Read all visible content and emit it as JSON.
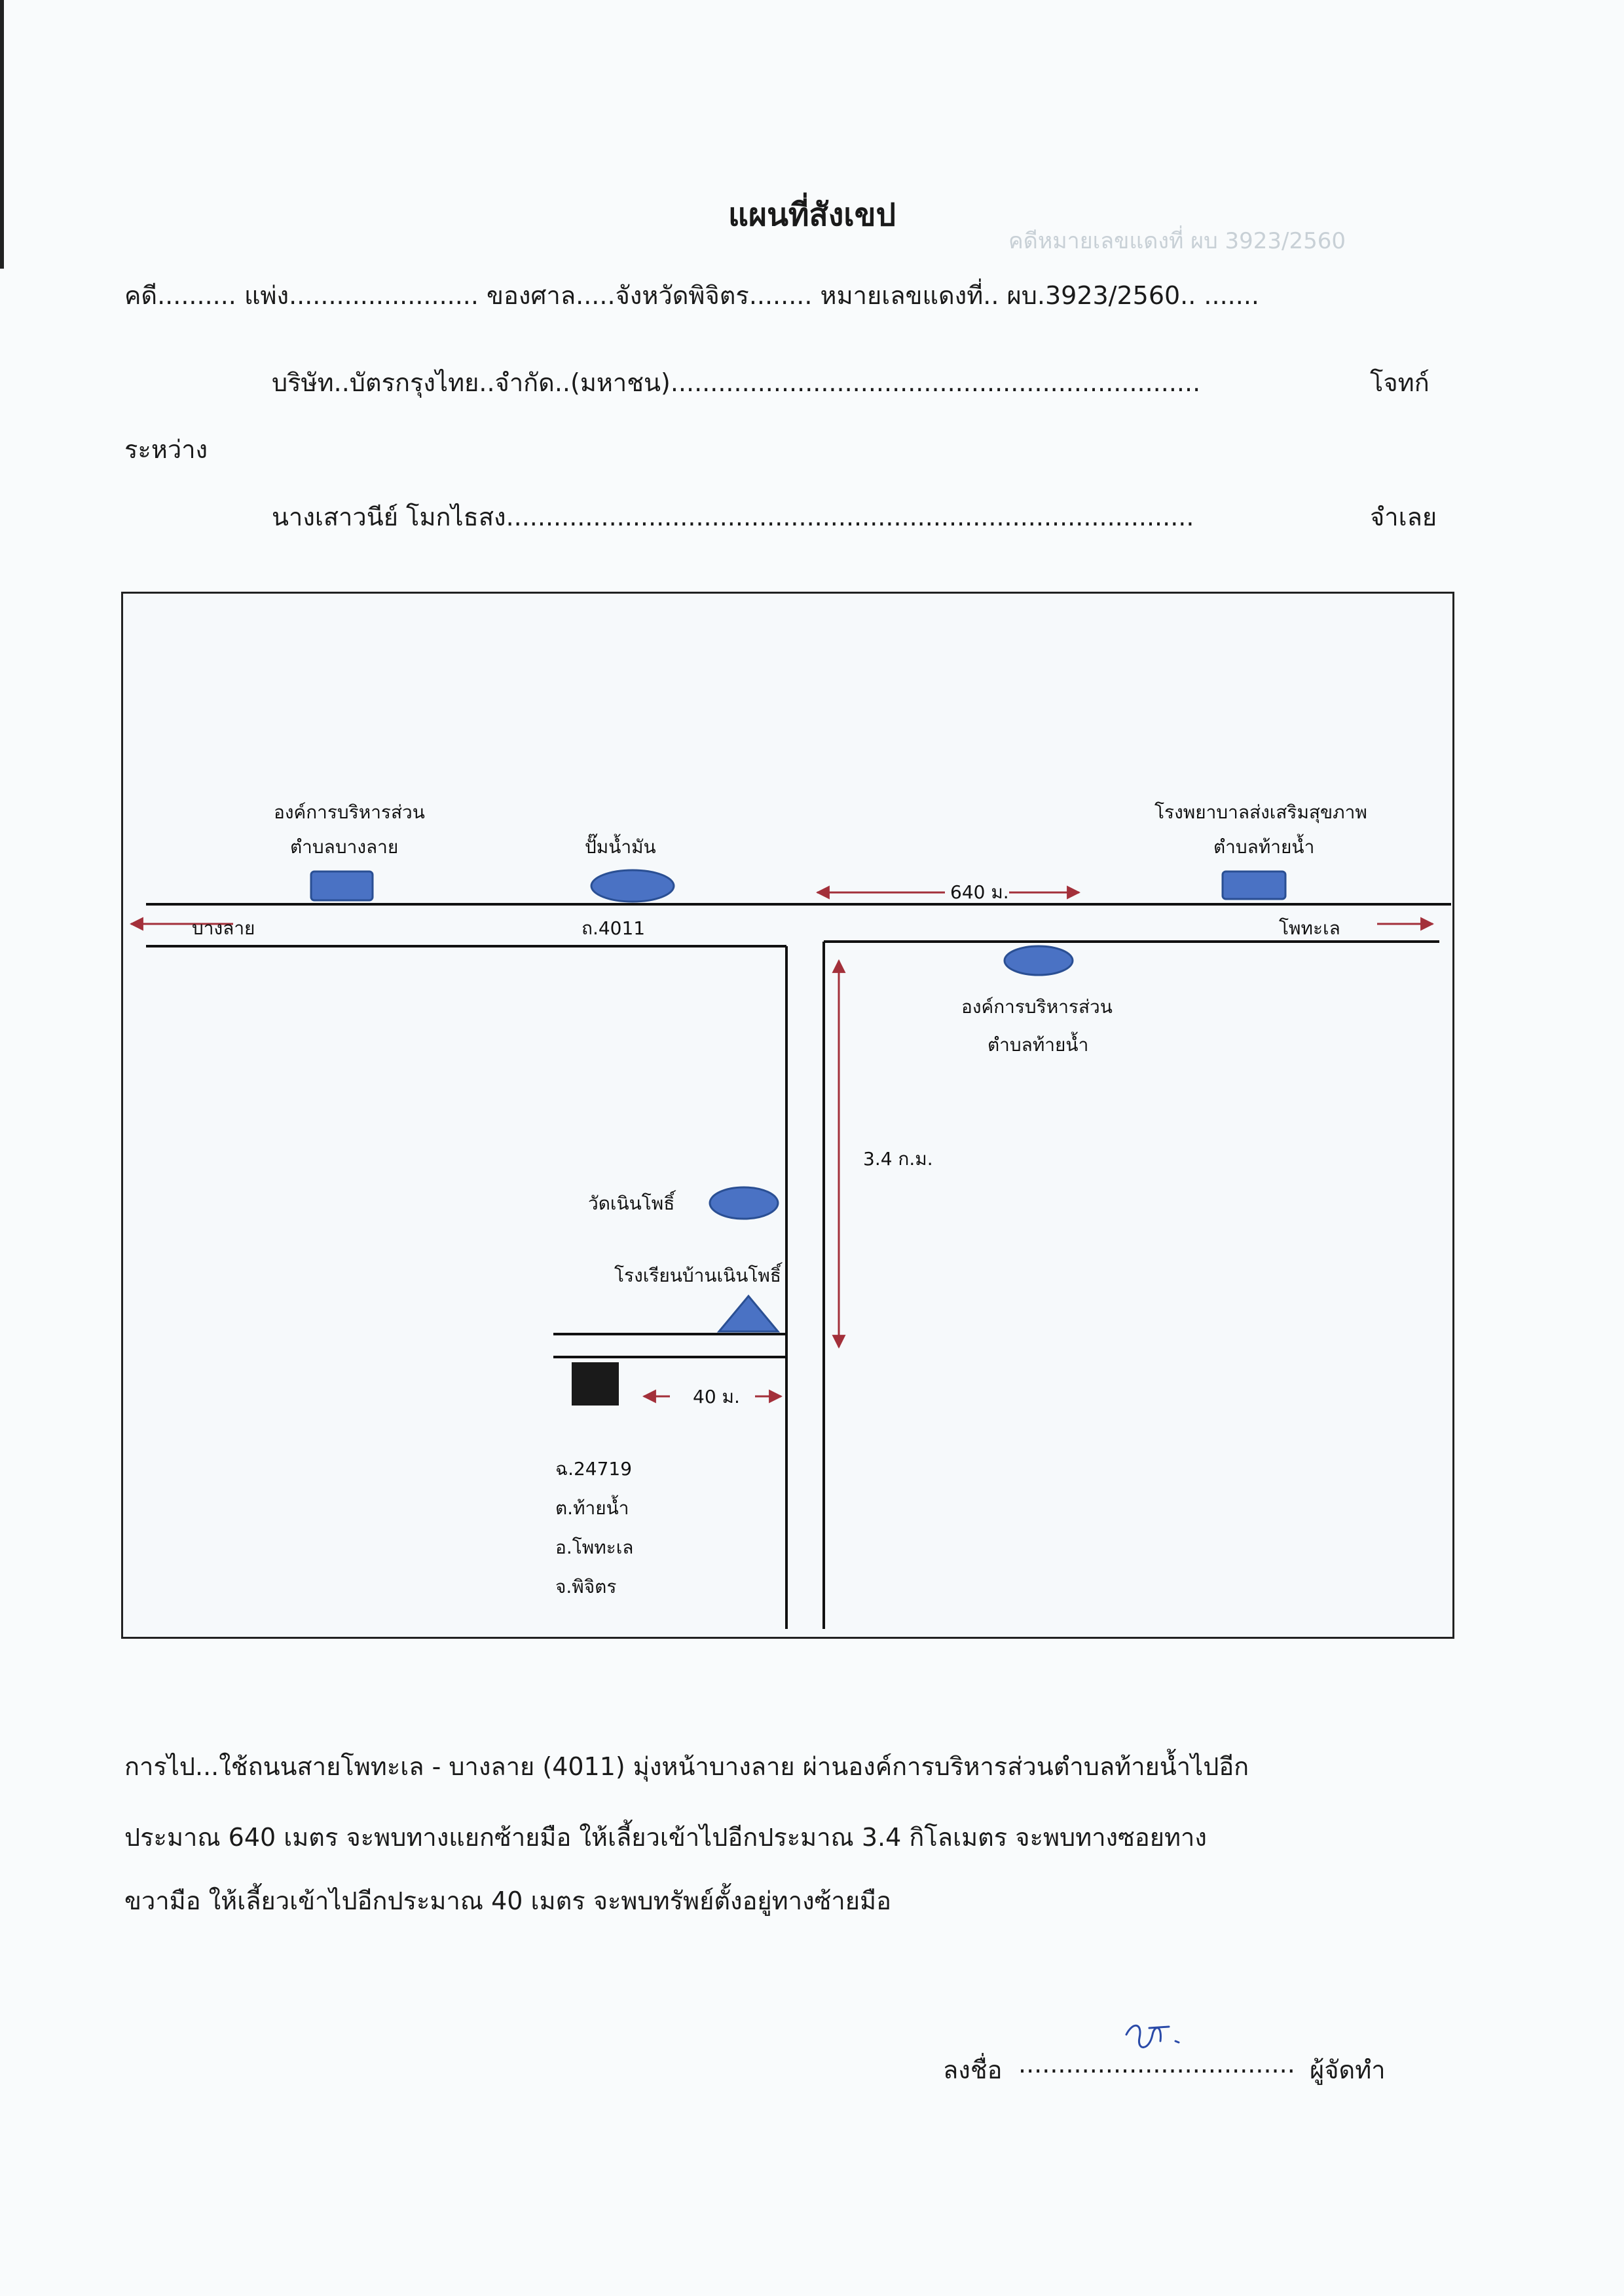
{
  "header": {
    "title": "แผนที่สังเขป",
    "case_line": "คดี.......... แพ่ง........................ ของศาล.....จังหวัดพิจิตร........ หมายเลขแดงที่.. ผบ.3923/2560.. .......",
    "plaintiff_line": "บริษัท..บัตรกรุงไทย..จำกัด..(มหาชน)...................................................................",
    "plaintiff_role": "โจทก์",
    "between": "ระหว่าง",
    "defendant_line": "นางเสาวนีย์ โมกไธสง.......................................................................................",
    "defendant_role": "จำเลย",
    "faded_stamp_text": "คดีหมายเลขแดงที่ ผบ 3923/2560"
  },
  "map": {
    "label_obt_banglai_1": "องค์การบริหารส่วน",
    "label_obt_banglai_2": "ตำบลบางลาย",
    "label_gas_station": "ปั๊มน้ำมัน",
    "label_hospital_1": "โรงพยาบาลส่งเสริมสุขภาพ",
    "label_hospital_2": "ตำบลท้ายน้ำ",
    "dist_640": "640 ม.",
    "label_banglai": "บางลาย",
    "label_road": "ถ.4011",
    "label_photale": "โพทะเล",
    "label_obt_thainam_1": "องค์การบริหารส่วน",
    "label_obt_thainam_2": "ตำบลท้ายน้ำ",
    "dist_3_4": "3.4 ก.ม.",
    "label_temple": "วัดเนินโพธิ์",
    "label_school": "โรงเรียนบ้านเนินโพธิ์",
    "dist_40": "40 ม.",
    "deed_1": "ฉ.24719",
    "deed_2": "ต.ท้ายน้ำ",
    "deed_3": "อ.โพทะเล",
    "deed_4": "จ.พิจิตร",
    "colors": {
      "marker_fill": "#4a72c4",
      "marker_stroke": "#2a4f93",
      "arrow": "#a3303a",
      "road": "#111111",
      "property": "#1a1a1a"
    }
  },
  "directions": {
    "line1": "การไป...ใช้ถนนสายโพทะเล - บางลาย (4011) มุ่งหน้าบางลาย ผ่านองค์การบริหารส่วนตำบลท้ายน้ำไปอีก",
    "line2": "ประมาณ 640 เมตร จะพบทางแยกซ้ายมือ ให้เลี้ยวเข้าไปอีกประมาณ 3.4 กิโลเมตร จะพบทางซอยทาง",
    "line3": "ขวามือ ให้เลี้ยวเข้าไปอีกประมาณ 40 เมตร จะพบทรัพย์ตั้งอยู่ทางซ้ายมือ"
  },
  "signature": {
    "label": "ลงชื่อ",
    "dots": "...................................",
    "role": "ผู้จัดทำ"
  }
}
